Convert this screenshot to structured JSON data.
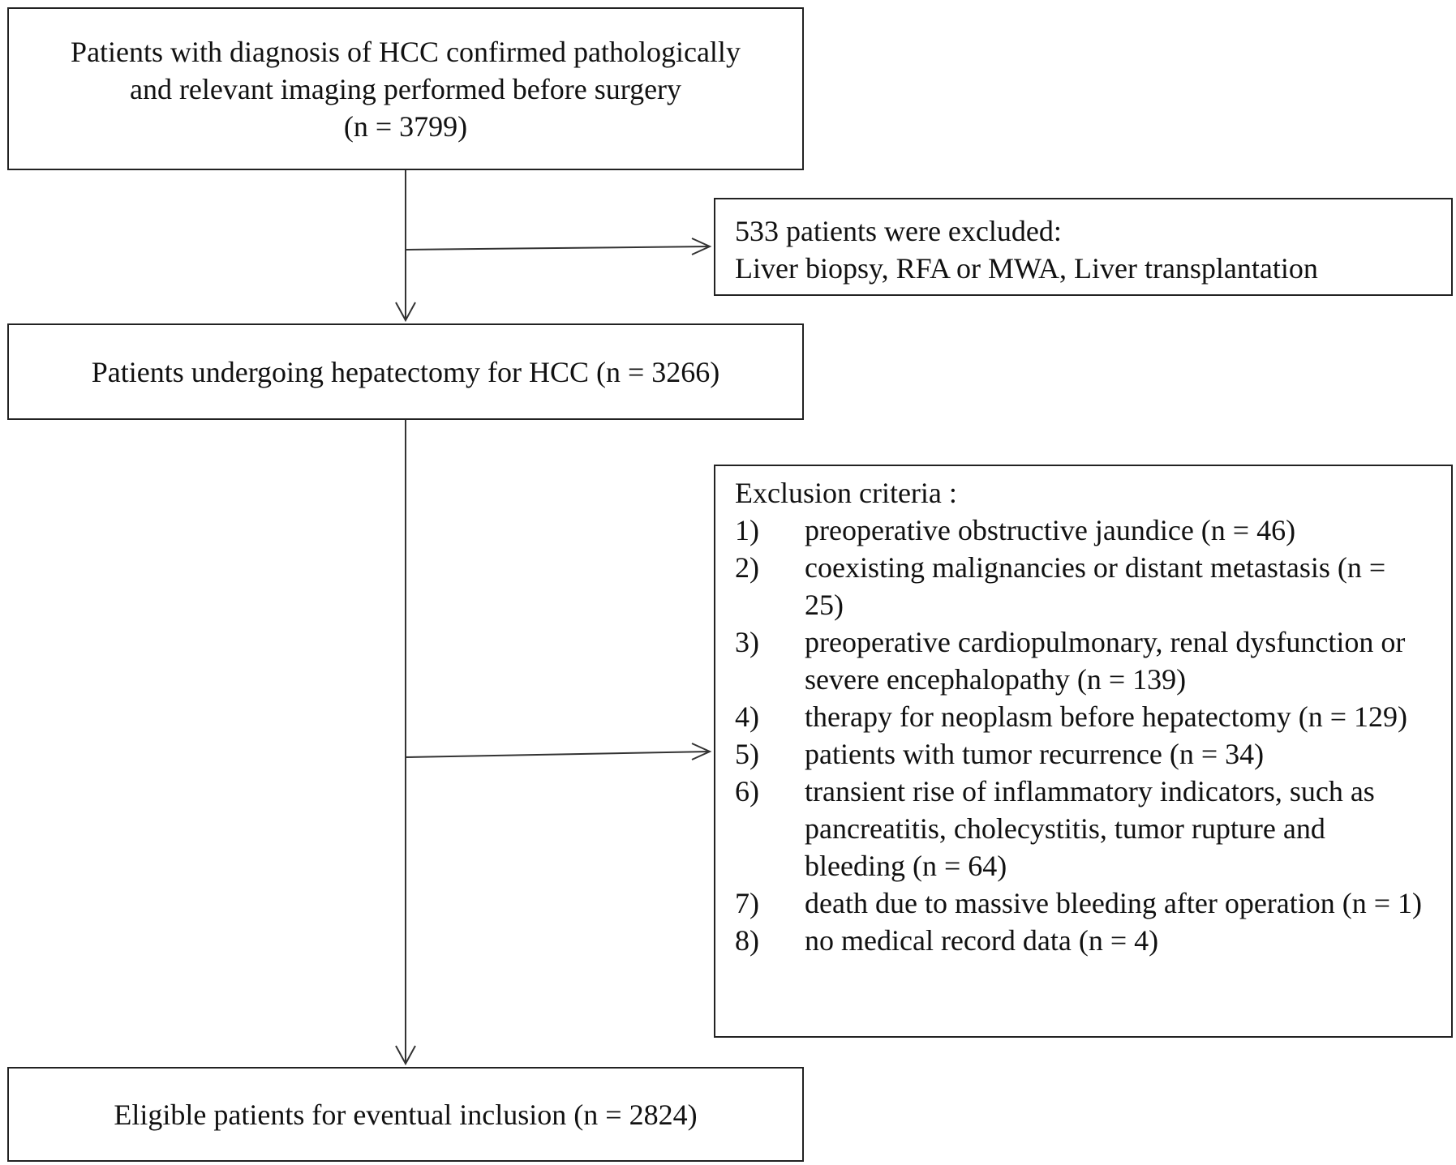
{
  "boxes": {
    "top": {
      "line1": "Patients with diagnosis of HCC confirmed pathologically",
      "line2": "and relevant imaging performed before surgery",
      "line3": "(n = 3799)"
    },
    "excluded1": {
      "line1": "533 patients were excluded:",
      "line2": "Liver biopsy, RFA or MWA, Liver transplantation"
    },
    "hepatectomy": {
      "text": "Patients undergoing hepatectomy for HCC (n = 3266)"
    },
    "criteria": {
      "header": "Exclusion criteria :",
      "items": [
        {
          "num": "1)",
          "text": "preoperative obstructive jaundice (n = 46)"
        },
        {
          "num": "2)",
          "text": "coexisting malignancies or distant metastasis (n = 25)"
        },
        {
          "num": "3)",
          "text": "preoperative cardiopulmonary, renal dysfunction or severe encephalopathy (n = 139)"
        },
        {
          "num": "4)",
          "text": "therapy for neoplasm before hepatectomy (n = 129)"
        },
        {
          "num": "5)",
          "text": "patients with tumor recurrence (n = 34)"
        },
        {
          "num": "6)",
          "text": "transient rise of inflammatory indicators, such as pancreatitis, cholecystitis, tumor rupture and bleeding (n = 64)"
        },
        {
          "num": "7)",
          "text": "death due to massive bleeding after operation (n = 1)"
        },
        {
          "num": "8)",
          "text": "no medical record data (n = 4)"
        }
      ]
    },
    "final": {
      "text": "Eligible patients for eventual inclusion (n = 2824)"
    }
  }
}
